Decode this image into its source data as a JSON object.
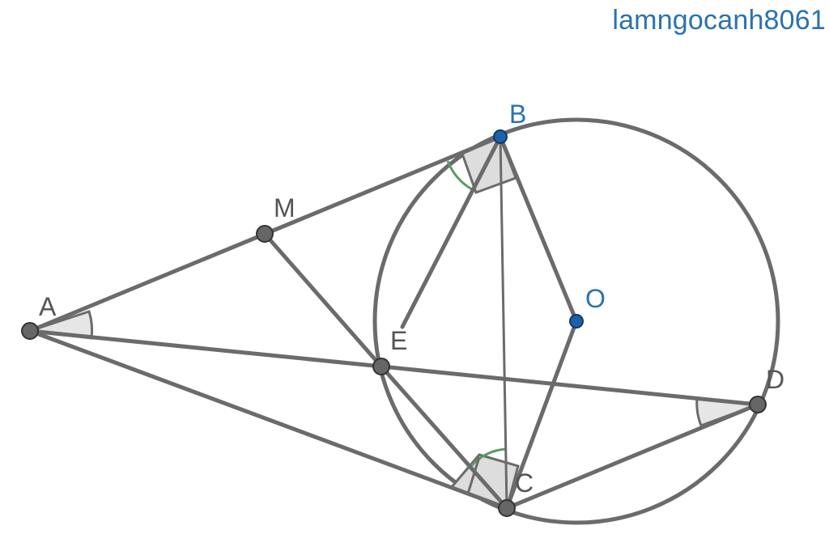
{
  "watermark": "lamngocanh8061",
  "points": {
    "A": {
      "label": "A"
    },
    "B": {
      "label": "B"
    },
    "C": {
      "label": "C"
    },
    "D": {
      "label": "D"
    },
    "E": {
      "label": "E"
    },
    "M": {
      "label": "M"
    },
    "O": {
      "label": "O"
    }
  },
  "colors": {
    "line": "#6b6b6b",
    "point_gray": "#666666",
    "point_blue": "#1f5fa8",
    "label_gray": "#555555",
    "label_blue": "#2a72b0",
    "angle_fill": "#e6e6e6",
    "angle_green": "#5a9a62"
  }
}
